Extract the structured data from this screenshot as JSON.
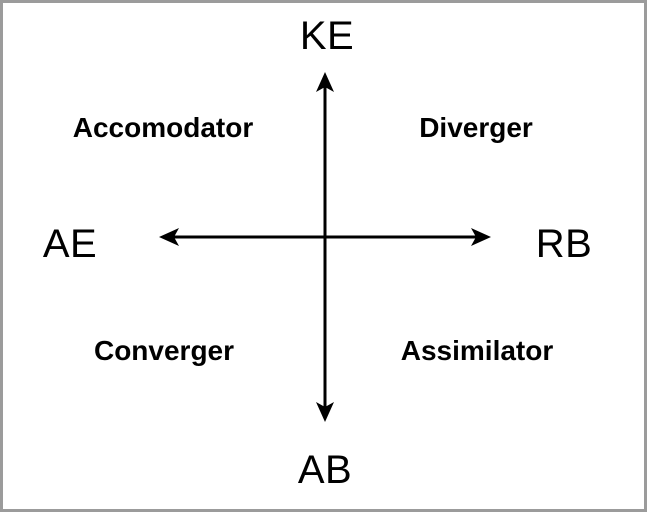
{
  "diagram": {
    "title": "learning-style-quadrants",
    "axes": {
      "top_label": "KE",
      "bottom_label": "AB",
      "left_label": "AE",
      "right_label": "RB"
    },
    "quadrants": {
      "top_left": "Accomodator",
      "top_right": "Diverger",
      "bottom_left": "Converger",
      "bottom_right": "Assimilator"
    },
    "colors": {
      "line": "#000000",
      "text": "#000000",
      "border": "#9b9b9b",
      "background": "#ffffff"
    }
  }
}
